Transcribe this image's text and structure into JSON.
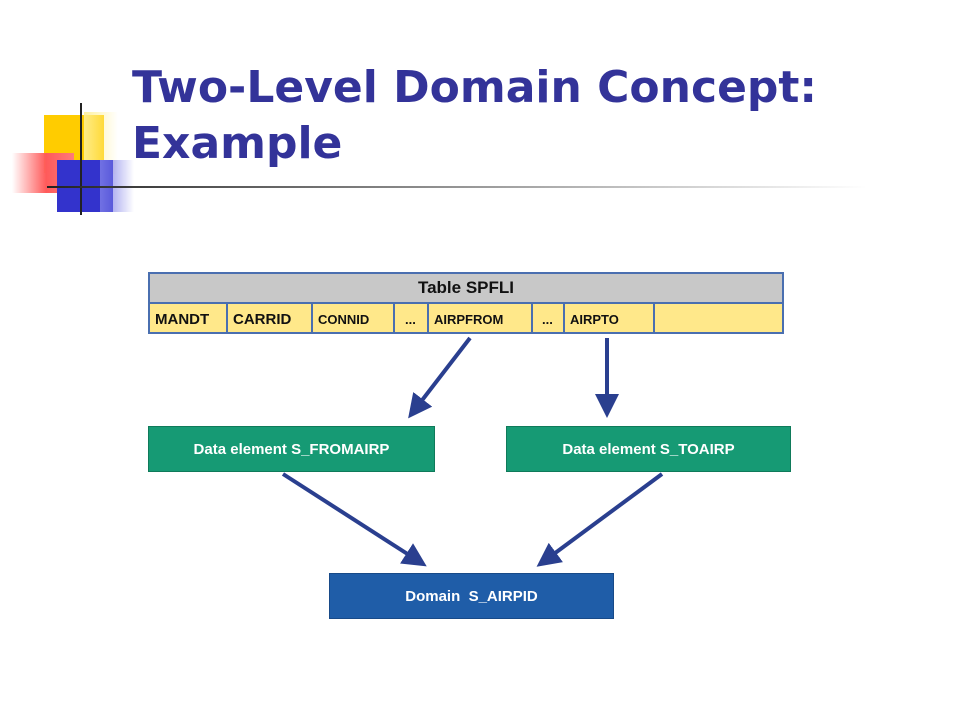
{
  "title": {
    "line1": "Two-Level Domain Concept:",
    "line2": "Example"
  },
  "table": {
    "header": "Table SPFLI",
    "fields": [
      "MANDT",
      "CARRID",
      "CONNID",
      "...",
      "AIRPFROM",
      "...",
      "AIRPTO",
      ""
    ]
  },
  "data_elements": {
    "left": "Data element S_FROMAIRP",
    "right": "Data element S_TOAIRP"
  },
  "domain": {
    "label": "Domain  S_AIRPID"
  },
  "colors": {
    "title": "#333399",
    "table_header": "#c8c8c8",
    "table_fields": "#ffe88a",
    "data_element": "#169a74",
    "domain": "#1f5da8",
    "arrow": "#2a3f8f"
  }
}
